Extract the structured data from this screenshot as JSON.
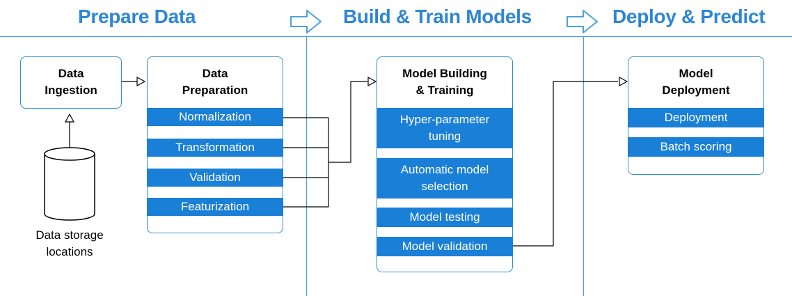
{
  "phases": [
    {
      "title": "Prepare Data"
    },
    {
      "title": "Build & Train Models"
    },
    {
      "title": "Deploy & Predict"
    }
  ],
  "data_storage": {
    "label": "Data storage\nlocations"
  },
  "data_ingestion": {
    "title": "Data\nIngestion"
  },
  "data_preparation": {
    "title": "Data\nPreparation",
    "steps": [
      "Normalization",
      "Transformation",
      "Validation",
      "Featurization"
    ]
  },
  "model_building": {
    "title": "Model Building\n& Training",
    "steps": [
      "Hyper-parameter\ntuning",
      "Automatic model\nselection",
      "Model testing",
      "Model validation"
    ]
  },
  "model_deployment": {
    "title": "Model\nDeployment",
    "steps": [
      "Deployment",
      "Batch scoring"
    ]
  },
  "colors": {
    "accent": "#2e86d4",
    "step_fill": "#1a7fd6",
    "border": "#2f8fd8"
  }
}
